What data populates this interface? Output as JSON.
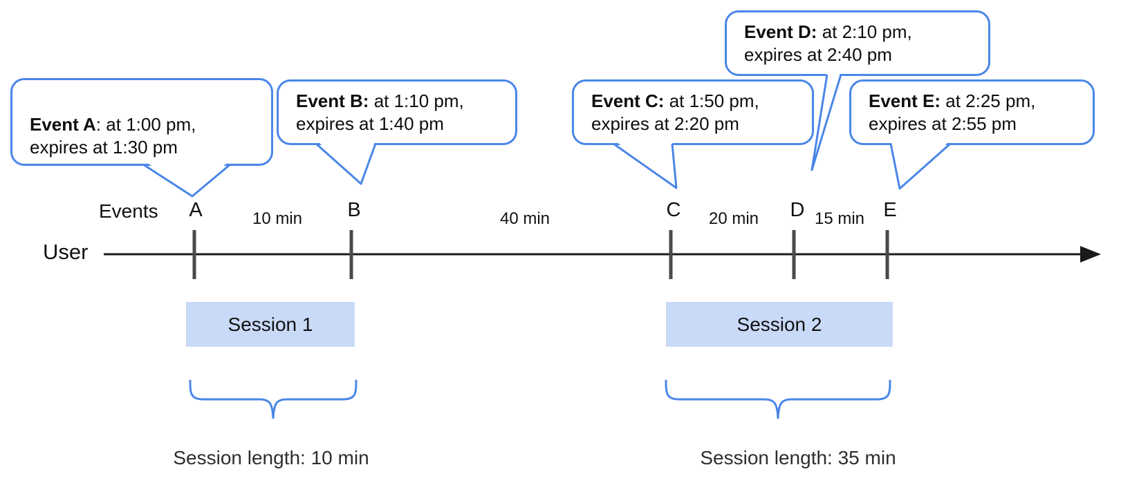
{
  "bubbles": [
    {
      "name": "A",
      "bold": "Event A",
      "rest": ": at 1:00 pm,",
      "line2": "expires at 1:30 pm"
    },
    {
      "name": "B",
      "bold": "Event B:",
      "rest": " at 1:10 pm,",
      "line2": "expires at 1:40 pm"
    },
    {
      "name": "C",
      "bold": "Event C:",
      "rest": " at 1:50 pm,",
      "line2": "expires at 2:20 pm"
    },
    {
      "name": "D",
      "bold": "Event D:",
      "rest": " at 2:10 pm,",
      "line2": "expires at 2:40 pm"
    },
    {
      "name": "E",
      "bold": "Event E:",
      "rest": " at 2:25 pm,",
      "line2": "expires at 2:55 pm"
    }
  ],
  "timeline": {
    "events_label": "Events",
    "user_label": "User",
    "tick_labels": [
      "A",
      "B",
      "C",
      "D",
      "E"
    ],
    "interval_labels": [
      "10 min",
      "40 min",
      "20 min",
      "15 min"
    ]
  },
  "sessions": [
    {
      "label": "Session 1",
      "length_label": "Session length: 10 min"
    },
    {
      "label": "Session 2",
      "length_label": "Session length: 35 min"
    }
  ],
  "colors": {
    "bubble_border": "#4a86e8",
    "brace": "#4a86e8",
    "session_fill": "#c9daf8",
    "axis": "#1a1a1a",
    "tick": "#4a4a4a"
  }
}
